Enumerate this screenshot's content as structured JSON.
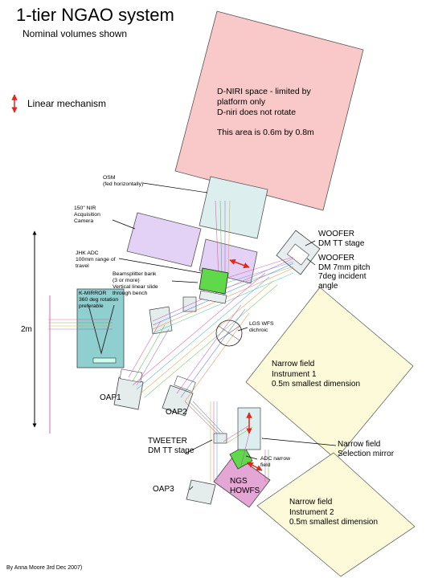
{
  "header": {
    "title": "1-tier NGAO system",
    "subtitle": "Nominal volumes shown"
  },
  "legend": {
    "label": "Linear mechanism",
    "icon": "red-double-arrow-icon"
  },
  "boxes": {
    "dniri": "D-NIRI space - limited by\nplatform only\nD-niri does not rotate\n\nThis  area is 0.6m by 0.8m",
    "instrument1": "Narrow field\nInstrument 1\n0.5m smallest dimension",
    "instrument2": "Narrow field\nInstrument 2\n0.5m smallest dimension"
  },
  "labels": {
    "osm": "OSM\n(fed horizontally)",
    "nir_camera": "150\" NIR\nAcquisition\nCamera",
    "jhk_adc": "JHK ADC\n100mm range of\ntravel",
    "beamsplitter": "Beamsplitter  bank\n(3 or more)\nVertical linear slide\nthrough bench",
    "kmirror": "K-MIRROR\n360 deg rotation\npreferable",
    "lgs_wfs": "LGS WFS\ndichroic",
    "woofer_tt": "WOOFER\nDM TT stage",
    "woofer_dm": "WOOFER\nDM 7mm pitch\n7deg incident\nangle",
    "oap1": "OAP1",
    "oap2": "OAP2",
    "oap3": "OAP3",
    "tweeter": "TWEETER\nDM TT stage",
    "nf_selection": "Narrow field\nSelection mirror",
    "adc_nf": "ADC narrow\nfield",
    "ngs_howfs": "NGS\nHOWFS",
    "scale": "2m",
    "credit": "By Anna Moore 3rd Dec 2007)"
  },
  "colors": {
    "dniri_fill": "#f9c8c8",
    "instrument_fill": "#fcfad8",
    "osm_fill": "#dcefee",
    "camera_fill": "#e4d2f6",
    "kmirror_fill": "#8fcfcf",
    "linear_arrow": "#e0281c",
    "beamsplitter_fill": "#5fd84a"
  }
}
